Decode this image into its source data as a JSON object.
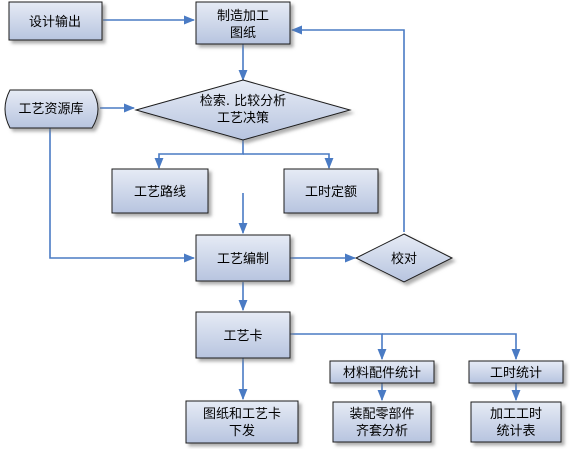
{
  "colors": {
    "box_fill_top": "#e4e9f4",
    "box_fill_bottom": "#b9c6e0",
    "box_border": "#1a1a1a",
    "arrow": "#4a7bc4",
    "shadow": "#8c8c8c"
  },
  "nodes": {
    "design_output": "设计输出",
    "drawing_line1": "制造加工",
    "drawing_line2": "图纸",
    "process_db": "工艺资源库",
    "decision_line1": "检索. 比较分析",
    "decision_line2": "工艺决策",
    "route": "工艺路线",
    "time_quota": "工时定额",
    "compile": "工艺编制",
    "check": "校对",
    "card": "工艺卡",
    "release_line1": "图纸和工艺卡",
    "release_line2": "下发",
    "material_stats": "材料配件统计",
    "kit_line1": "装配零部件",
    "kit_line2": "齐套分析",
    "hour_stats": "工时统计",
    "hour_table_line1": "加工工时",
    "hour_table_line2": "统计表"
  }
}
